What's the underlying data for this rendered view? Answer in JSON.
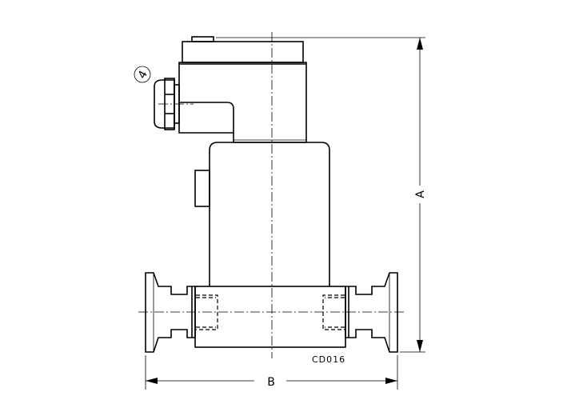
{
  "drawing": {
    "dimension_a_label": "A",
    "dimension_b_label": "B",
    "drawing_code": "CD016",
    "callout_label": "4"
  }
}
